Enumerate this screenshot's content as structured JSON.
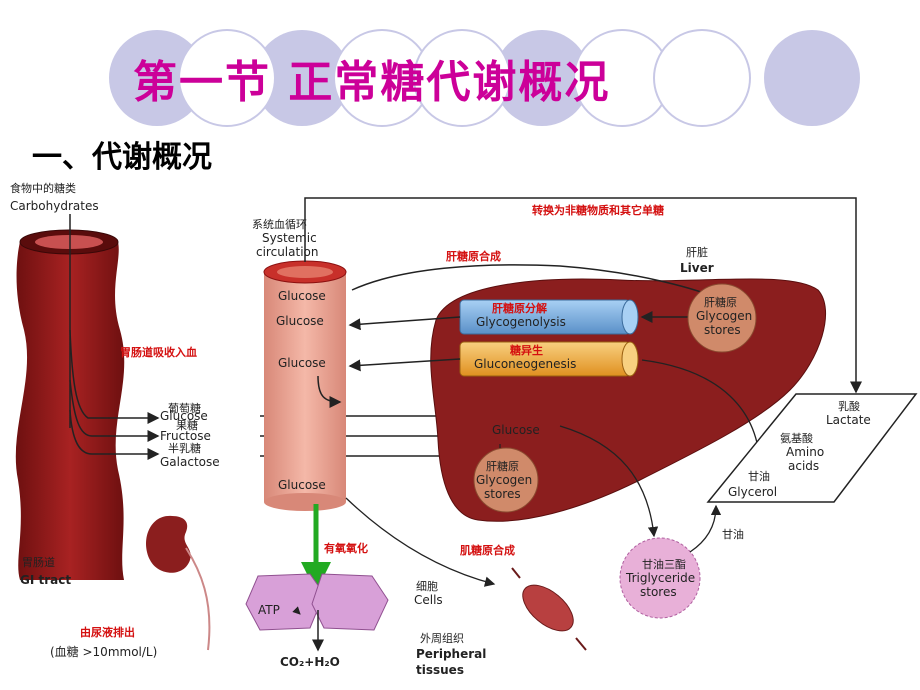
{
  "slide": {
    "title": "第一节 正常糖代谢概况",
    "subtitle": "一、代谢概况"
  },
  "colors": {
    "title": "#cc0099",
    "deco_circle": "#c8c8e6",
    "gut": "#8b1a1a",
    "liver": "#8b1e1e",
    "vessel": "#e8a090",
    "tube_blue": "#7ab0e0",
    "tube_yellow": "#f0b040",
    "green_arrow": "#22aa22",
    "red_label": "#d41010"
  },
  "figure": {
    "food_carbs_cn": "食物中的糖类",
    "food_carbs_en": "Carbohydrates",
    "systemic_cn": "系统血循环",
    "systemic_en_1": "Systemic",
    "systemic_en_2": "circulation",
    "convert_label": "转换为非糖物质和其它单糖",
    "hepatic_synthesis": "肝糖原合成",
    "liver_cn": "肝脏",
    "liver_en": "Liver",
    "gi_absorb": "胃肠道吸收入血",
    "glycogenolysis_cn": "肝糖原分解",
    "glycogenolysis_en": "Glycogenolysis",
    "gluconeogenesis_cn": "糖异生",
    "gluconeogenesis_en": "Gluconeogenesis",
    "liver_stores_cn": "肝糖原",
    "liver_stores_en_1": "Glycogen",
    "liver_stores_en_2": "stores",
    "glucose_1": "Glucose",
    "glucose_2": "Glucose",
    "glucose_3": "Glucose",
    "glucose_4": "Glucose",
    "glucose_liver": "Glucose",
    "glucose_cn": "葡萄糖",
    "glucose_en": "Glucose",
    "fructose_cn": "果糖",
    "fructose_en": "Fructose",
    "galactose_cn": "半乳糖",
    "galactose_en": "Galactose",
    "liver_glycogen2_cn": "肝糖原",
    "liver_glycogen2_en_1": "Glycogen",
    "liver_glycogen2_en_2": "stores",
    "lactate_cn": "乳酸",
    "lactate_en": "Lactate",
    "amino_cn": "氨基酸",
    "amino_en_1": "Amino",
    "amino_en_2": "acids",
    "glycerol_cn": "甘油",
    "glycerol_en": "Glycerol",
    "glycerol_label": "甘油",
    "triglyceride_cn": "甘油三酯",
    "triglyceride_en_1": "Triglyceride",
    "triglyceride_en_2": "stores",
    "gi_tract_cn": "胃肠道",
    "gi_tract_en": "GI tract",
    "aerobic": "有氧氧化",
    "muscle_glycogen": "肌糖原合成",
    "atp": "ATP",
    "cells_cn": "细胞",
    "cells_en": "Cells",
    "co2_h2o": "CO₂+H₂O",
    "peripheral_cn": "外周组织",
    "peripheral_en_1": "Peripheral",
    "peripheral_en_2": "tissues",
    "urine_label": "由尿液排出",
    "urine_condition": "(血糖 >10mmol/L)"
  }
}
